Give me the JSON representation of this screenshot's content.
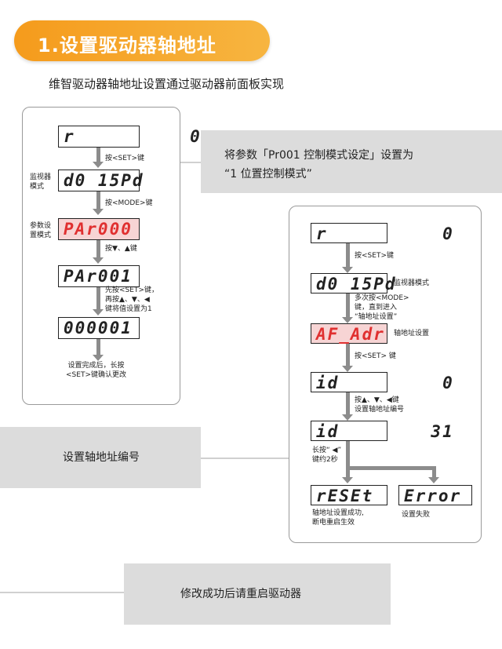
{
  "header": {
    "title": "1.设置驱动器轴地址",
    "subtitle": "维智驱动器轴地址设置通过驱动器前面板实现"
  },
  "colors": {
    "accent": "#f5a623",
    "note_bg": "#dcdcdc",
    "display_highlight": "#e03030"
  },
  "left_flow": {
    "displays": [
      "r          0",
      "d0 15Pd",
      "PAr000",
      "PAr001",
      "000001"
    ],
    "side_labels": [
      "监视器\n模式",
      "参数设\n置模式"
    ],
    "step_labels": [
      "按<SET>键",
      "按<MODE>键",
      "按▼、▲键",
      "先按<SET>键，\n再按▲、▼、◀\n键将值设置为1",
      "设置完成后，长按\n<SET>键确认更改"
    ]
  },
  "notes": {
    "param_note": "将参数「Pr001 控制模式设定」设置为\n“1 位置控制模式”",
    "axis_note": "设置轴地址编号",
    "restart_note": "修改成功后请重启驱动器"
  },
  "right_flow": {
    "displays": [
      "r          0",
      "d0 15Pd",
      "AF_Adr",
      "id         0",
      "id        31",
      "rESEt",
      "Error"
    ],
    "side_labels": [
      "监视器模式",
      "轴地址设置"
    ],
    "step_labels": [
      "按<SET>键",
      "多次按<MODE>\n键，直到进入\n“轴地址设置”",
      "按<SET> 键",
      "按▲、▼、◀键\n设置轴地址编号",
      "长按“ ◀”\n键约2秒"
    ],
    "result_labels": [
      "轴地址设置成功,\n断电重启生效",
      "设置失败"
    ]
  }
}
